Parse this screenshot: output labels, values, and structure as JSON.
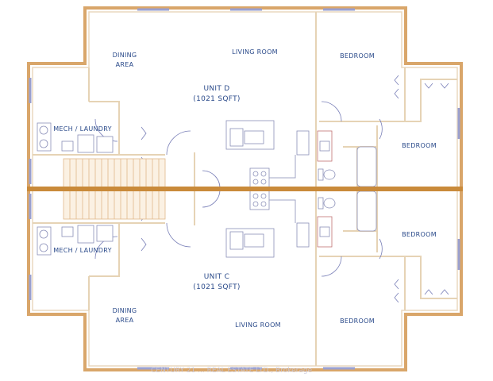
{
  "upper_unit": {
    "dining": [
      "DINING",
      "AREA"
    ],
    "living": "LIVING ROOM",
    "bedroom_1": "BEDROOM",
    "bedroom_2": "BEDROOM",
    "unit_name": "UNIT D",
    "unit_area": "(1021 SQFT)",
    "mech": "MECH / LAUNDRY"
  },
  "lower_unit": {
    "dining": [
      "DINING",
      "AREA"
    ],
    "living": "LIVING ROOM",
    "bedroom_1": "BEDROOM",
    "bedroom_2": "BEDROOM",
    "unit_name": "UNIT C",
    "unit_area": "(1021 SQFT)",
    "mech": "MECH / LAUNDRY"
  },
  "watermark": "CENTURY 21 ... REAL ESTATE LTD., Brokerage",
  "colors": {
    "wall": "#e8c9a0",
    "beam": "#c98a3a",
    "text": "#2a4a8a",
    "window": "#9aa0d0"
  }
}
